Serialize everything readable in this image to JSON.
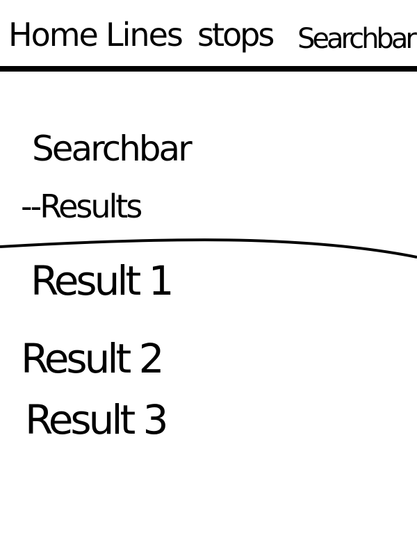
{
  "nav": {
    "home": "Home",
    "lines": "Lines",
    "stops": "stops",
    "searchbar": "Searchbar"
  },
  "search": {
    "title": "Searchbar",
    "subtitle": "--Results"
  },
  "results": [
    "Result 1",
    "Result 2",
    "Result 3"
  ]
}
